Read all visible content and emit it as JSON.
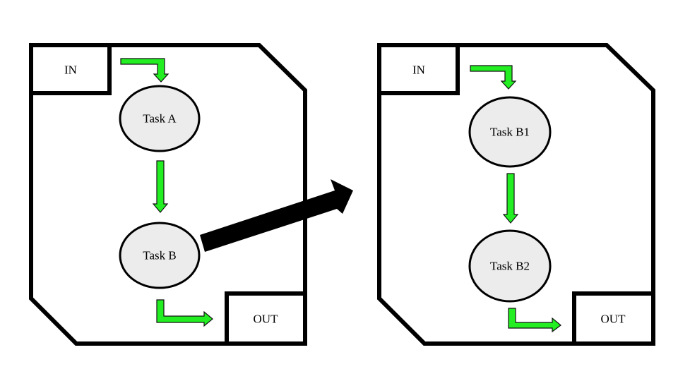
{
  "colors": {
    "frame": "#000000",
    "node_fill": "#ececec",
    "flow_arrow": "#22ee22",
    "expand_arrow": "#000000"
  },
  "left_process": {
    "in_label": "IN",
    "out_label": "OUT",
    "tasks": [
      "Task A",
      "Task B"
    ]
  },
  "right_process": {
    "in_label": "IN",
    "out_label": "OUT",
    "tasks": [
      "Task B1",
      "Task B2"
    ]
  },
  "expansion": {
    "from": "Task B",
    "to": "right_process",
    "icon": "thick-black-arrow"
  }
}
